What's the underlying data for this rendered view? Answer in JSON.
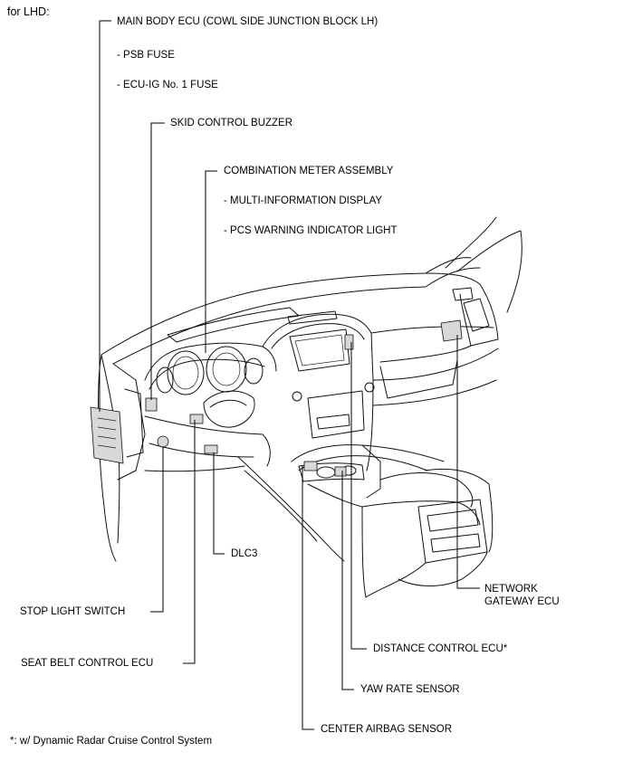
{
  "header": {
    "caption": "for LHD:"
  },
  "labels": {
    "main_body_ecu": "MAIN BODY ECU (COWL SIDE JUNCTION BLOCK LH)",
    "psb_fuse": "- PSB FUSE",
    "ecu_ig_fuse": "- ECU-IG No. 1 FUSE",
    "skid_control_buzzer": "SKID CONTROL BUZZER",
    "combination_meter": "COMBINATION METER ASSEMBLY",
    "multi_info_display": "- MULTI-INFORMATION DISPLAY",
    "pcs_warning_light": "- PCS WARNING INDICATOR LIGHT",
    "dlc3": "DLC3",
    "network_gateway_line1": "NETWORK",
    "network_gateway_line2": "GATEWAY ECU",
    "stop_light_switch": "STOP LIGHT SWITCH",
    "distance_control_ecu": "DISTANCE CONTROL ECU*",
    "seat_belt_control_ecu": "SEAT BELT CONTROL ECU",
    "yaw_rate_sensor": "YAW RATE SENSOR",
    "center_airbag_sensor": "CENTER AIRBAG SENSOR"
  },
  "footnote": "*: w/ Dynamic Radar Cruise Control System"
}
